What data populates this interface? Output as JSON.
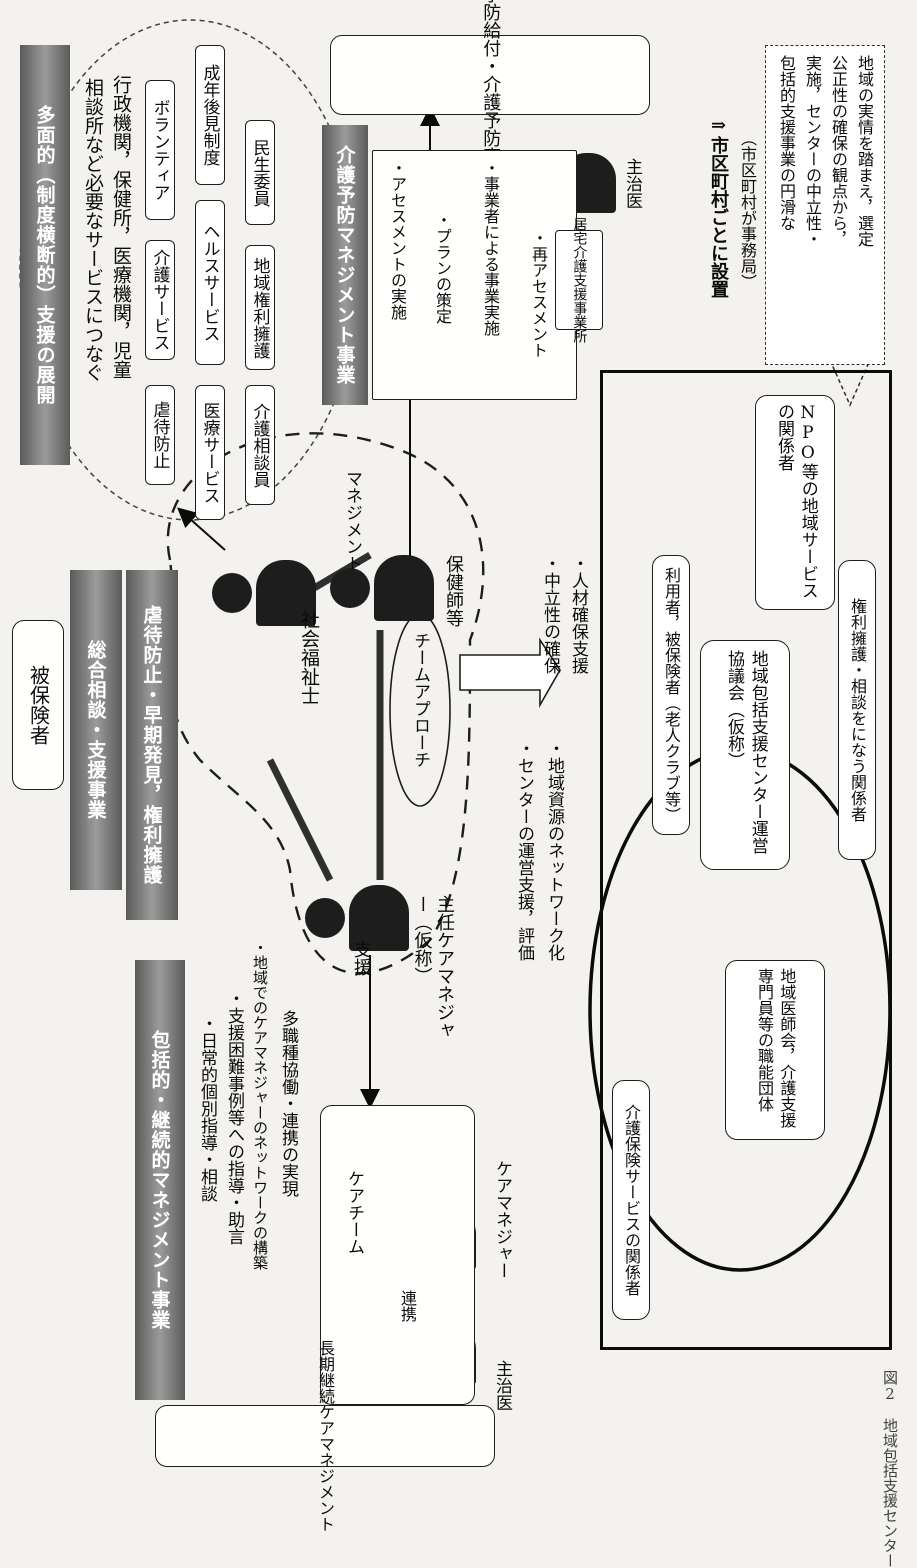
{
  "hihokensha": "被保険者",
  "grey_bars": {
    "sogo_sodan": "総合相談・支援事業",
    "gyakutai": "虐待防止・早期発見，権利擁護",
    "tamenteki": "多面的（制度横断的）支援の展開",
    "kaigo_yobo_mgmt": "介護予防マネジメント事業",
    "hokatsu_keizoku": "包括的・継続的マネジメント事業"
  },
  "tamenteki_desc": [
    "行政機関，保健所，医療機関，児童",
    "相談所など必要なサービスにつなぐ"
  ],
  "services": {
    "gyakutai_boshi": "虐待防止",
    "kaigo_service": "介護サービス",
    "volunteer": "ボランティア",
    "iryo_service": "医療サービス",
    "health_service": "ヘルスサービス",
    "seinen_koken": "成年後見制度",
    "kaigo_sodanin": "介護相談員",
    "chiiki_kenri": "地域権利擁護",
    "minsei_iin": "民生委員"
  },
  "shinyobo": "新予防給付・介護予防事業",
  "kaigo_yobo_steps": [
    "・アセスメントの実施",
    "・プランの策定",
    "・事業者による事業実施",
    "・再アセスメント"
  ],
  "kyotaku": "居宅介護支援事業所",
  "shujii": "主治医",
  "shakai_fukushishi": "社会福祉士",
  "hokenshi": "保健師等",
  "shunin_cm": "主任ケアマネジャー（仮称）",
  "team_approach": "チームアプローチ",
  "shien": "支援",
  "caremanagement_label": "マネジメント",
  "hokatsu_items": [
    "・日常的個別指導・相談",
    "・支援困難事例等への指導・助言",
    "・地域でのケアマネジャーのネットワークの構築",
    "多職種協働・連携の実現"
  ],
  "care_team": "ケアチーム",
  "renkei": "連携",
  "care_manager": "ケアマネジャー",
  "choki_keizoku": "長期継続ケアマネジメント",
  "center_items": [
    "・センターの運営支援，評価",
    "・地域資源のネットワーク化"
  ],
  "arrow_items": [
    "・中立性の確保",
    "・人材確保支援"
  ],
  "municipal": {
    "setchi": "⇒市区町村ごとに設置",
    "jimukyoku": "（市区町村が事務局）",
    "bubble": [
      "包括的支援事業の円滑な",
      "実施，センターの中立性・",
      "公正性の確保の観点から，",
      "地域の実情を踏まえ，選定"
    ]
  },
  "council": {
    "center": "地域包括支援センター運営協議会（仮称）",
    "riyosha": "利用者，被保険者（老人クラブ等）",
    "npo": "NPO等の地域サービスの関係者",
    "kenri": "権利擁護・相談をになう関係者",
    "ishikai": "地域医師会，介護支援専門員等の職能団体",
    "kaigo_hoken": "介護保険サービスの関係者"
  },
  "caption": "図2　地域包括支援センター"
}
